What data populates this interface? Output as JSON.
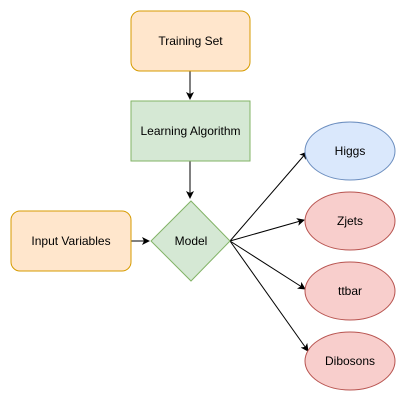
{
  "nodes": {
    "training_set": {
      "label": "Training Set",
      "fill": "#ffe6cc",
      "stroke": "#d79b00"
    },
    "learning_algorithm": {
      "label": "Learning Algorithm",
      "fill": "#d5e8d4",
      "stroke": "#82b366"
    },
    "input_variables": {
      "label": "Input Variables",
      "fill": "#ffe6cc",
      "stroke": "#d79b00"
    },
    "model": {
      "label": "Model",
      "fill": "#d5e8d4",
      "stroke": "#82b366"
    },
    "higgs": {
      "label": "Higgs",
      "fill": "#dae8fc",
      "stroke": "#6c8ebf"
    },
    "zjets": {
      "label": "Zjets",
      "fill": "#f8cecc",
      "stroke": "#b85450"
    },
    "ttbar": {
      "label": "ttbar",
      "fill": "#f8cecc",
      "stroke": "#b85450"
    },
    "dibosons": {
      "label": "Dibosons",
      "fill": "#f8cecc",
      "stroke": "#b85450"
    }
  },
  "edge_color": "#000000"
}
